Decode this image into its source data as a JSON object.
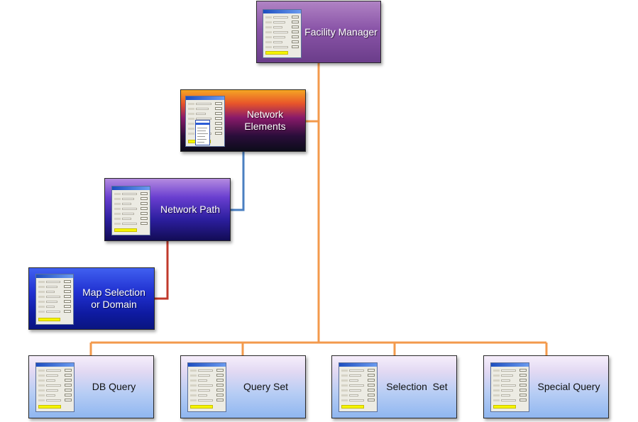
{
  "colors": {
    "connector_orange": "#f39a4c",
    "connector_blue": "#4a7fc1",
    "connector_red": "#c0392b"
  },
  "nodes": {
    "facility_manager": {
      "label": "Facility Manager",
      "icon": "dialog-thumbnail-icon"
    },
    "network_elements": {
      "label": "Network\nElements",
      "icon": "dialog-thumbnail-icon"
    },
    "network_path": {
      "label": "Network Path",
      "icon": "dialog-thumbnail-icon"
    },
    "map_selection": {
      "label": "Map Selection\nor Domain",
      "icon": "dialog-thumbnail-icon"
    },
    "db_query": {
      "label": "DB Query",
      "icon": "dialog-thumbnail-icon"
    },
    "query_set": {
      "label": "Query Set",
      "icon": "dialog-thumbnail-icon"
    },
    "selection_set": {
      "label": "Selection  Set",
      "icon": "dialog-thumbnail-icon"
    },
    "special_query": {
      "label": "Special Query",
      "icon": "dialog-thumbnail-icon"
    }
  }
}
